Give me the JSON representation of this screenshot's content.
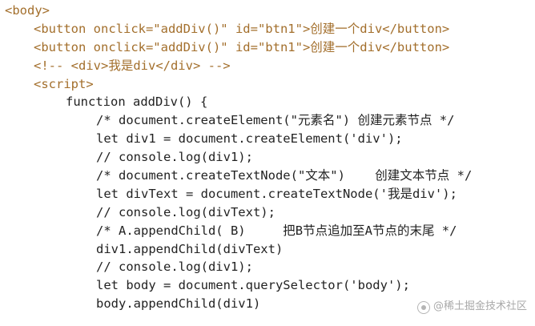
{
  "code": {
    "lines": [
      "<body>",
      "<button onclick=\"addDiv()\" id=\"btn1\">创建一个div</button>",
      "<button onclick=\"addDiv()\" id=\"btn1\">创建一个div</button>",
      "<!-- <div>我是div</div> -->",
      "<script>",
      "function addDiv() {",
      "/* document.createElement(\"元素名\") 创建元素节点 */",
      "let div1 = document.createElement('div');",
      "// console.log(div1);",
      "/* document.createTextNode(\"文本\")    创建文本节点 */",
      "let divText = document.createTextNode('我是div');",
      "// console.log(divText);",
      "/* A.appendChild( B)     把B节点追加至A节点的末尾 */",
      "div1.appendChild(divText)",
      "// console.log(div1);",
      "let body = document.querySelector('body');",
      "body.appendChild(div1)"
    ]
  },
  "watermark": {
    "text": "@稀土掘金技术社区"
  },
  "colors": {
    "tag": "#a36f2c",
    "text": "#222222",
    "watermark": "#a9a9a9"
  }
}
